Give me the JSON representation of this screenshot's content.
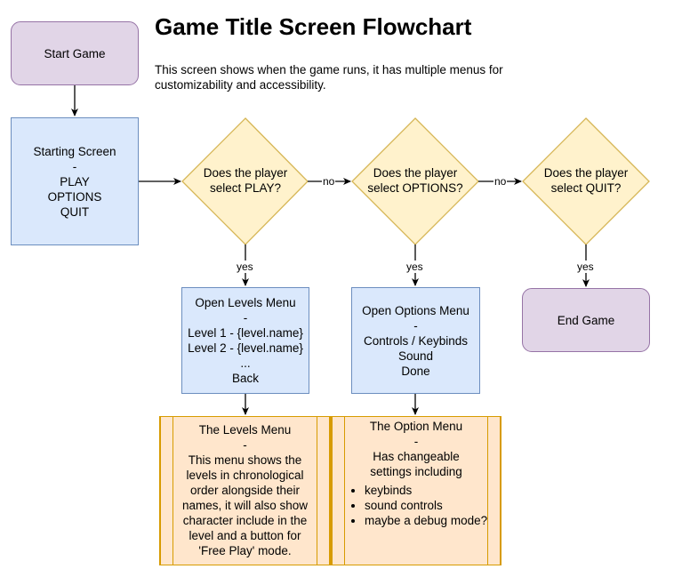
{
  "title": "Game Title Screen Flowchart",
  "subtitle": "This screen shows when the game runs, it has multiple menus for customizability and accessibility.",
  "nodes": {
    "start": "Start Game",
    "starting_screen": [
      "Starting Screen",
      "-",
      "PLAY",
      "OPTIONS",
      "QUIT"
    ],
    "decision_play": [
      "Does the player",
      "select PLAY?"
    ],
    "decision_options": [
      "Does the player",
      "select OPTIONS?"
    ],
    "decision_quit": [
      "Does the player",
      "select QUIT?"
    ],
    "levels_menu": [
      "Open Levels Menu",
      "-",
      "Level 1 - {level.name}",
      "Level 2 - {level.name}",
      "...",
      "Back"
    ],
    "options_menu": [
      "Open Options Menu",
      "-",
      "Controls / Keybinds",
      "Sound",
      "Done"
    ],
    "end": "End Game",
    "levels_note": [
      "The Levels Menu",
      "-",
      "This menu shows the",
      "levels in chronological",
      "order alongside their",
      "names, it will also show",
      "character include in the",
      "level and a button for",
      "'Free Play' mode."
    ],
    "option_note": {
      "lines": [
        "The Option Menu",
        "-",
        "Has changeable",
        "settings including"
      ],
      "bullets": [
        "keybinds",
        "sound controls",
        "maybe a debug mode?"
      ]
    }
  },
  "edge_labels": {
    "no_1": "no",
    "no_2": "no",
    "yes_1": "yes",
    "yes_2": "yes",
    "yes_3": "yes"
  },
  "colors": {
    "purple_fill": "#e1d5e7",
    "purple_stroke": "#9673a6",
    "blue_fill": "#dae8fc",
    "blue_stroke": "#6c8ebf",
    "yellow_fill": "#fff2cc",
    "yellow_stroke": "#d6b656",
    "orange_fill": "#ffe6cc",
    "orange_stroke": "#d79b00"
  }
}
